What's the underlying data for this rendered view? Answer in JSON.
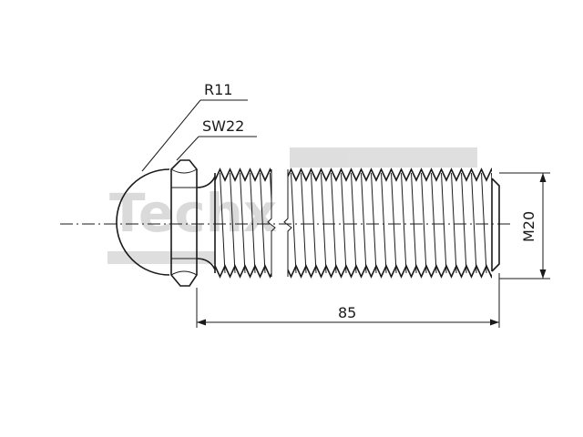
{
  "dimensions": {
    "ball_radius": "R11",
    "wrench_size": "SW22",
    "total_length": "85",
    "thread_size": "M20"
  },
  "watermark": {
    "text": "Techx"
  },
  "colors": {
    "line": "#1a1a1a",
    "watermark": "#d4d4d4",
    "background": "#ffffff"
  }
}
